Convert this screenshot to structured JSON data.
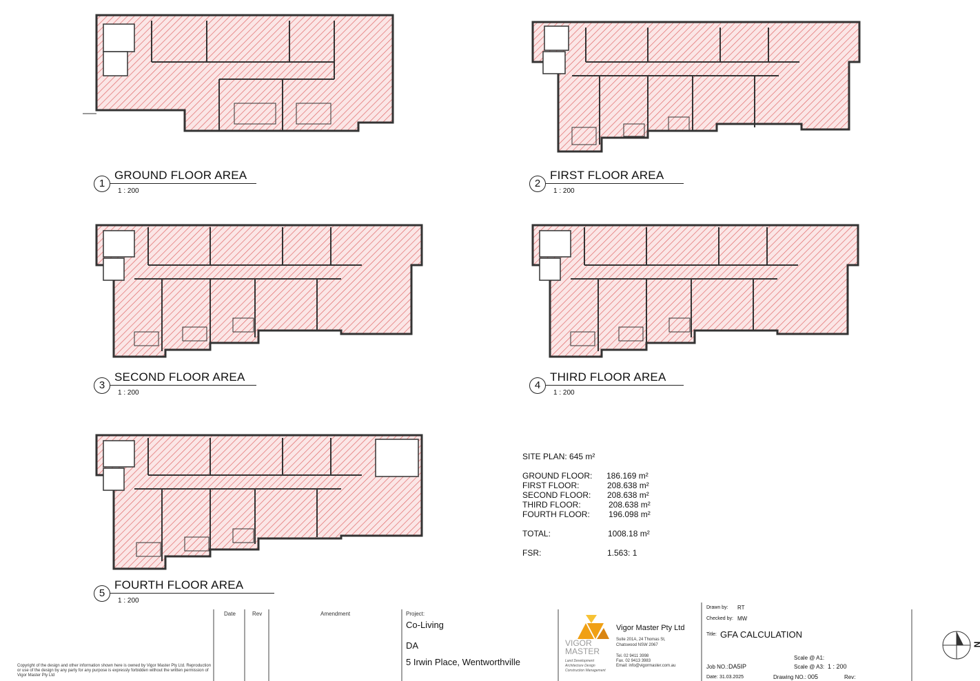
{
  "plans": [
    {
      "num": "1",
      "title": "GROUND FLOOR AREA",
      "scale": "1 : 200"
    },
    {
      "num": "2",
      "title": "FIRST FLOOR AREA",
      "scale": "1 : 200"
    },
    {
      "num": "3",
      "title": "SECOND FLOOR AREA",
      "scale": "1 : 200"
    },
    {
      "num": "4",
      "title": "THIRD FLOOR AREA",
      "scale": "1 : 200"
    },
    {
      "num": "5",
      "title": "FOURTH FLOOR AREA",
      "scale": "1 : 200"
    }
  ],
  "areas": {
    "site_plan": "SITE PLAN: 645 m²",
    "rows": [
      {
        "label": "GROUND FLOOR:",
        "value": "186.169 m²"
      },
      {
        "label": "FIRST FLOOR:",
        "value": "208.638 m²"
      },
      {
        "label": "SECOND FLOOR:",
        "value": "208.638 m²"
      },
      {
        "label": "THIRD FLOOR:",
        "value": "208.638 m²"
      },
      {
        "label": "FOURTH FLOOR:",
        "value": "196.098 m²"
      }
    ],
    "total_label": "TOTAL:",
    "total_value": "1008.18 m²",
    "fsr_label": "FSR:",
    "fsr_value": "1.563: 1"
  },
  "title_block": {
    "copyright": "Copyright of the design and other information shown here is owned by Vigor Master Pty Ltd. Reproduction or use of the design by any party for any purpose is expressly forbidden without the written permission of Vigor Master Pty Ltd",
    "date_header": "Date",
    "rev_header": "Rev",
    "amendment_header": "Amendment",
    "project_label": "Project:",
    "project_name": "Co-Living",
    "project_stage": "DA",
    "project_address": "5 Irwin Place, Wentworthville",
    "logo_word1": "VIGOR",
    "logo_word2": "MASTER",
    "logo_tagline1": "Land Development",
    "logo_tagline2": "Architecture Design",
    "logo_tagline3": "Construction Management",
    "company_name": "Vigor Master Pty Ltd",
    "company_addr1": "Suite 201A, 24 Thomas St,",
    "company_addr2": "Chatswood NSW 2067",
    "company_tel": "Tel. 02 9411 3998",
    "company_fax": "Fax. 02 9413 3983",
    "company_email": "Email: info@vigormaster.com.au",
    "drawn_by_label": "Drawn by:",
    "drawn_by": "RT",
    "checked_by_label": "Checked by:",
    "checked_by": "MW",
    "title_label": "Title:",
    "title": "GFA CALCULATION",
    "job_label": "Job NO.:",
    "job_no": "DA5IP",
    "scale_a1_label": "Scale @ A1:",
    "scale_a3_label": "Scale @ A3:",
    "scale_a3": "1 : 200",
    "date_label": "Date:",
    "date": "31.03.2025",
    "drawing_label": "Drawing NO.:",
    "drawing_no": "005",
    "rev_label": "Rev:",
    "north": "N"
  },
  "colors": {
    "hatch": "#e06a6a",
    "fill": "#fbe3e3",
    "wall": "#333333"
  }
}
